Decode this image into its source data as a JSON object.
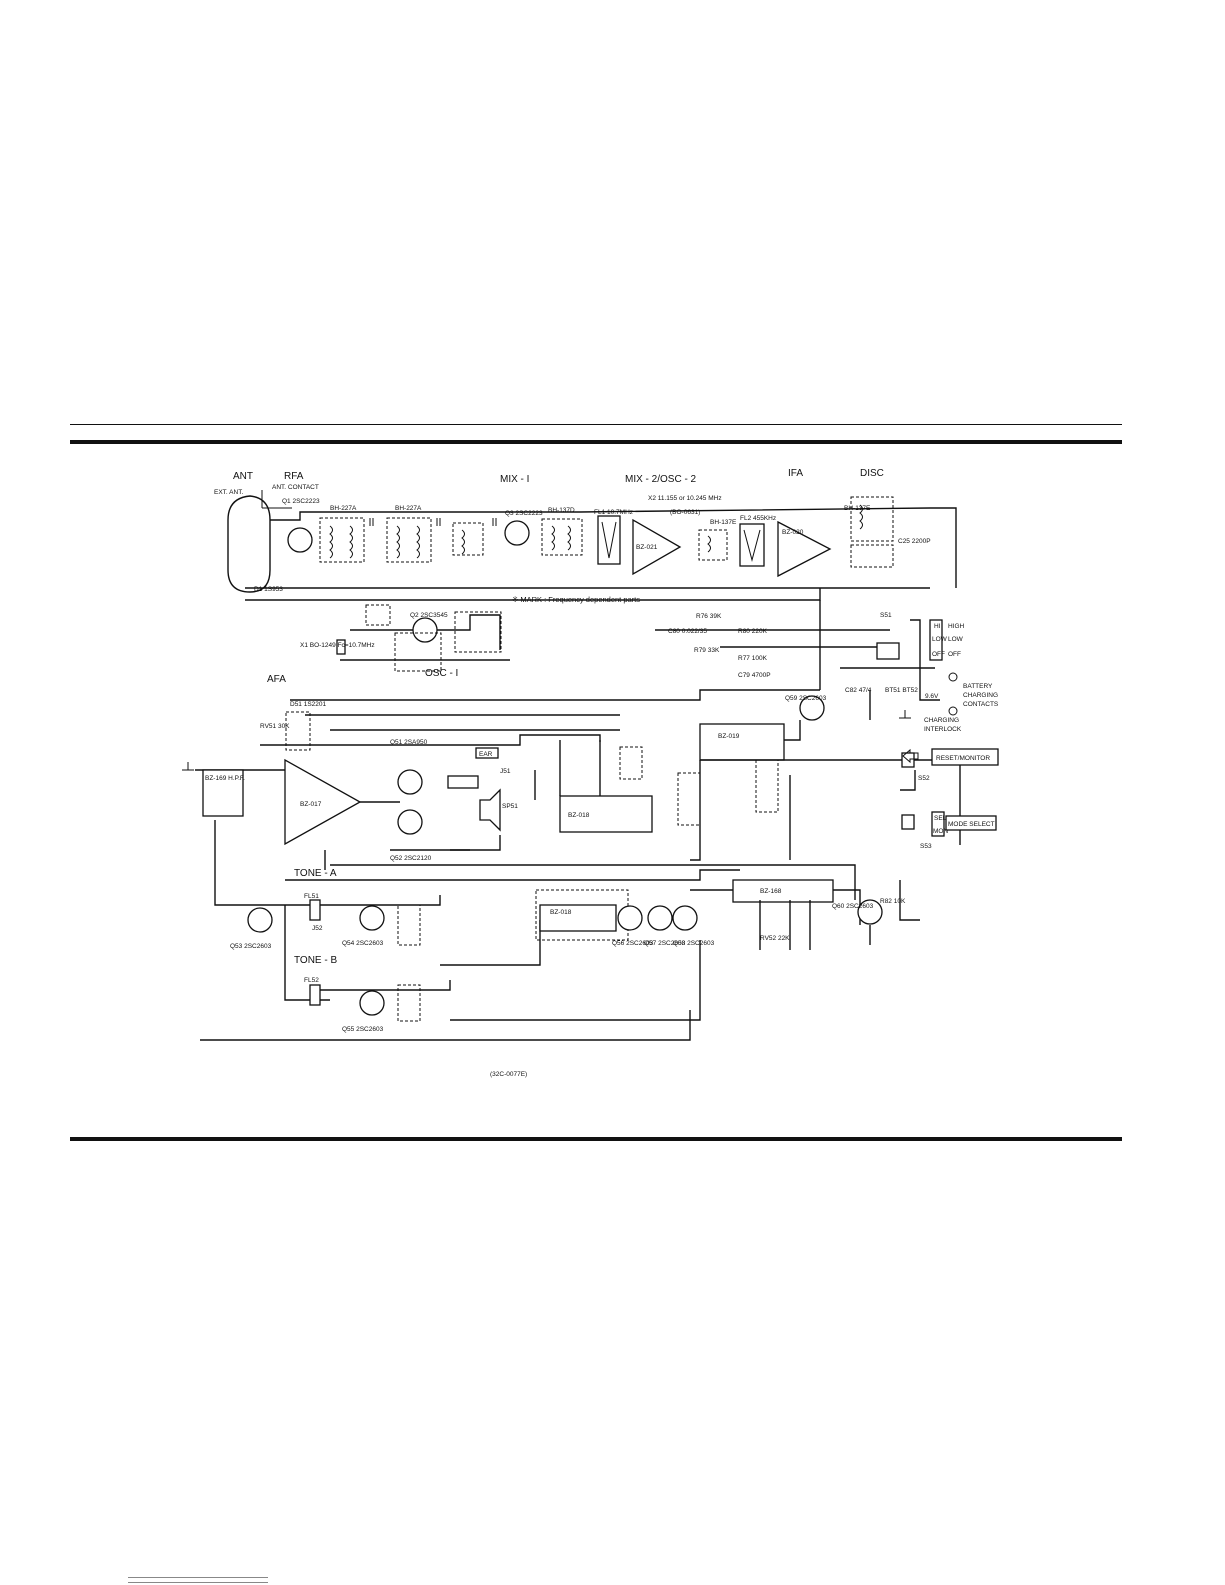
{
  "sections": {
    "ant": "ANT",
    "rfa": "RFA",
    "mix1": "MIX - I",
    "mix2": "MIX - 2/OSC - 2",
    "ifa": "IFA",
    "disc": "DISC",
    "osc1": "OSC - I",
    "afa": "AFA",
    "tone_a": "TONE - A",
    "tone_b": "TONE - B"
  },
  "labels": {
    "ext_ant": "EXT. ANT.",
    "ant_contact": "ANT. CONTACT",
    "mark_note": "※ MARK : Frequency dependent parts",
    "battery": "BATTERY",
    "charging_contacts_1": "CHARGING",
    "charging_contacts_2": "CONTACTS",
    "charging_interlock_1": "CHARGING",
    "charging_interlock_2": "INTERLOCK",
    "battery_voltage": "9.6V",
    "reset_monitor": "RESET/MONITOR",
    "mode_select": "MODE SELECT",
    "ear": "EAR",
    "hi": "HI",
    "low": "LOW",
    "off": "OFF",
    "high": "HIGH",
    "low_text": "LOW",
    "off_text": "OFF",
    "sel": "SEL",
    "mon": "MON",
    "drawing_no": "(32C-0077E)"
  },
  "components": {
    "q1": "Q1 2SC2223",
    "q3": "Q3 2SC2223",
    "q2": "Q2 2SC3545",
    "l2": "BH-227A",
    "l3": "BH-227A",
    "l7": "BH-137D",
    "l8": "BH-137E",
    "l9": "BH-137E",
    "fl1": "FL1 10.7MHz",
    "fl2": "FL2 455KHz",
    "x2": "X2 11.155 or 10.245 MHz",
    "x2b": "(BO-0631)",
    "x1": "X1 BO-1249 Fc=10.7MHz",
    "a1": "BZ-021",
    "a2": "BZ-020",
    "a31": "BZ-017",
    "a32": "BZ-018",
    "a33": "BZ-018",
    "a34": "BZ-019",
    "a35": "BZ-168",
    "a36": "BZ-169 H.P.F.",
    "q51": "Q51 2SA950",
    "q52": "Q52 2SC2120",
    "q53": "Q53 2SC2603",
    "q54": "Q54 2SC2603",
    "q55": "Q55 2SC2603",
    "q56": "Q56 2SC2603",
    "q57": "Q57 2SC2603",
    "q58": "Q58 2SC2603",
    "q59": "Q59 2SC2603",
    "q60": "Q60 2SC2603",
    "d1": "D1 1S953",
    "d51": "D51 1S2201",
    "r80": "R80 220K",
    "r77": "R77 100K",
    "r76": "R76 39K",
    "r79": "R79 33K",
    "c80": "C80 0.022/35",
    "c79": "C79 4700P",
    "c82": "C82 47/4",
    "c25": "C25 2200P",
    "rv51": "RV51 30K",
    "rv52": "RV52 22K",
    "r82": "R82 10K",
    "fl51": "FL51",
    "fl52": "FL52",
    "j51": "J51",
    "j52": "J52",
    "sp51": "SP51",
    "s51": "S51",
    "s52": "S52",
    "s53": "S53",
    "bt": "BT51 BT52"
  }
}
